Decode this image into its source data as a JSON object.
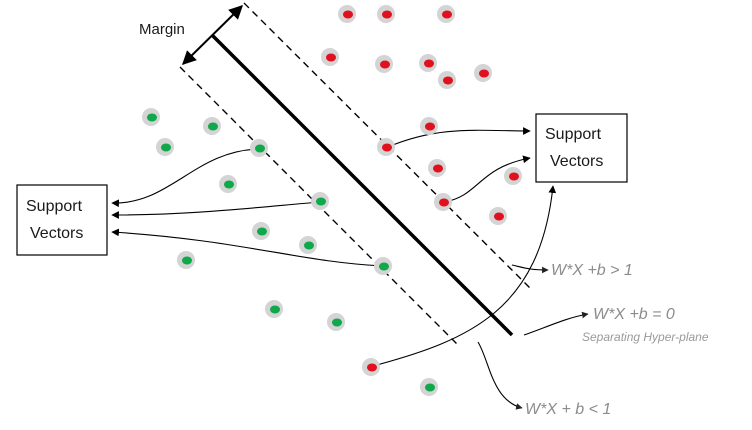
{
  "labels": {
    "margin": "Margin",
    "support_vectors_right": {
      "line1": "Support",
      "line2": "Vectors"
    },
    "support_vectors_left": {
      "line1": "Support",
      "line2": "Vectors"
    },
    "eq_positive": "W*X +b > 1",
    "eq_zero": "W*X +b = 0",
    "hyperplane_caption": "Separating Hyper-plane",
    "eq_negative": "W*X + b < 1"
  },
  "colors": {
    "positive_class": "#e0101e",
    "negative_class": "#0fa84a",
    "halo": "#d4d4d4",
    "line": "#000000",
    "equation_text": "#8c8c8c"
  }
}
